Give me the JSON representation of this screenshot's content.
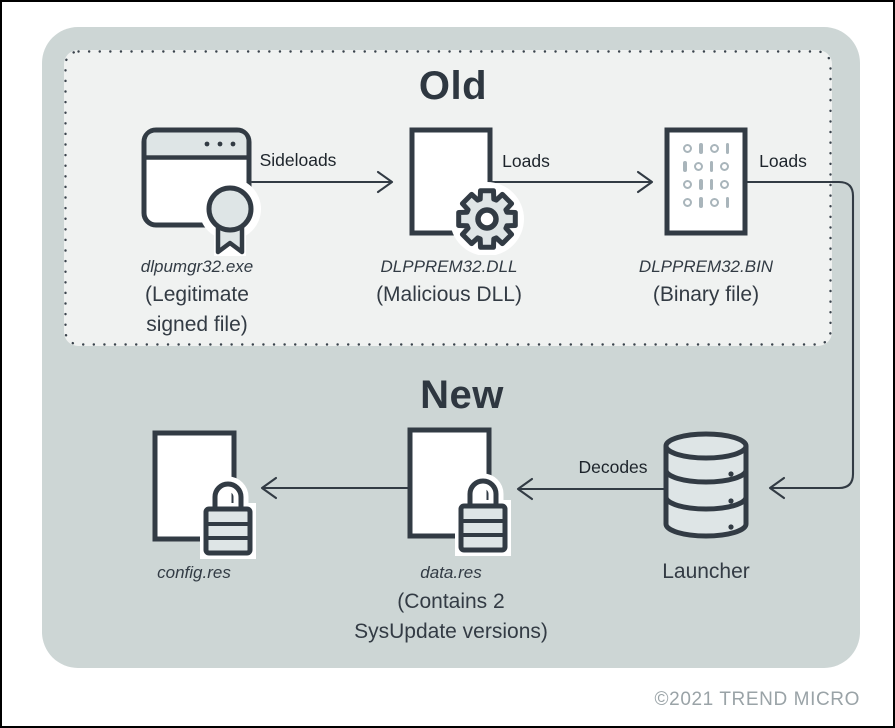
{
  "old_section": {
    "title": "Old",
    "steps": [
      {
        "file": "dlpumgr32.exe",
        "caption": "(Legitimate\nsigned file)",
        "icon": "signed-app-window"
      },
      {
        "file": "DLPPREM32.DLL",
        "caption": "(Malicious DLL)",
        "icon": "file-with-gear"
      },
      {
        "file": "DLPPREM32.BIN",
        "caption": "(Binary file)",
        "icon": "file-with-binary"
      }
    ],
    "arrows": [
      {
        "label": "Sideloads"
      },
      {
        "label": "Loads"
      },
      {
        "label": "Loads"
      }
    ]
  },
  "new_section": {
    "title": "New",
    "steps": [
      {
        "file": "config.res",
        "icon": "file-with-lock"
      },
      {
        "file": "data.res",
        "caption": "(Contains 2\nSysUpdate versions)",
        "icon": "file-with-lock"
      },
      {
        "label": "Launcher",
        "icon": "database-cylinder"
      }
    ],
    "arrows": [
      {
        "label": "Decodes"
      }
    ]
  },
  "icons": {
    "binary_rows": [
      "0101",
      "1010",
      "0110",
      "0101"
    ]
  },
  "footer": {
    "copyright": "©2021 TREND MICRO"
  },
  "colors": {
    "panel": "#cdd6d5",
    "old_box": "#f0f2f1",
    "stroke": "#323b44",
    "icon_fill": "#dee5e6",
    "binary_glyphs": "#a9b5bb",
    "copyright_text": "#9aa3a7"
  }
}
